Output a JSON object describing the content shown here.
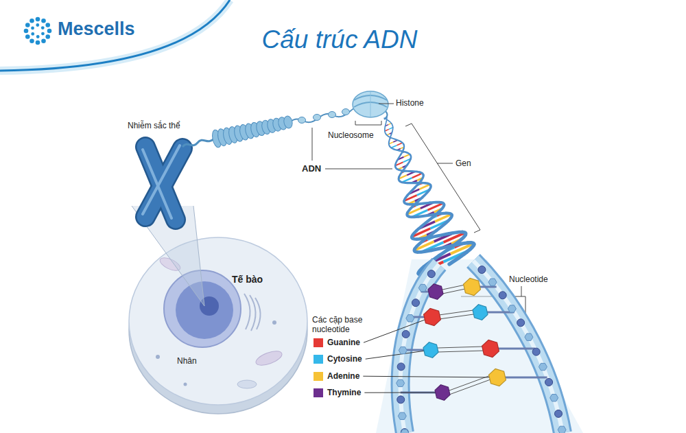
{
  "diagram": {
    "title": "Cấu trúc ADN",
    "labels": [
      "Mescells",
      "Nhiễm sắc thể",
      "Histone",
      "Nucleosome",
      "ADN",
      "Gen",
      "Tế bào",
      "Nucleotide",
      "Các cặp base nucleotide",
      "Nhân"
    ],
    "legend": [
      {
        "text": "Guanine",
        "color": "#e53a35"
      },
      {
        "text": "Cytosine",
        "color": "#35b8ea"
      },
      {
        "text": "Adenine",
        "color": "#f6c236"
      },
      {
        "text": "Thymine",
        "color": "#6d2f8e"
      }
    ]
  }
}
